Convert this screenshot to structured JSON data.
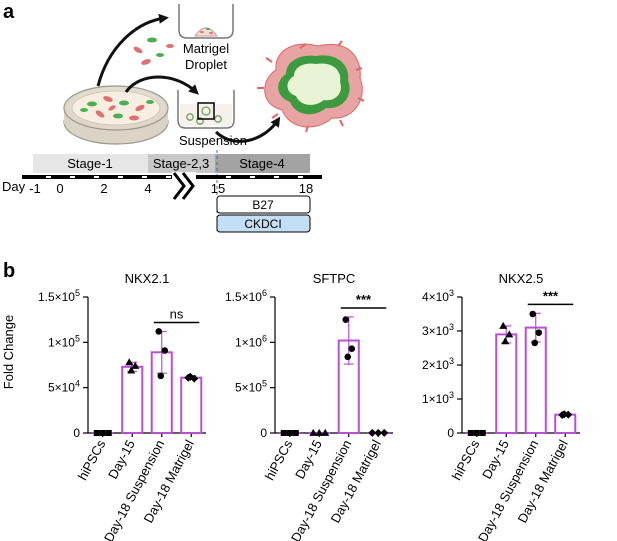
{
  "panel_a": {
    "letter": "a",
    "matrigel_label_line1": "Matrigel",
    "matrigel_label_line2": "Droplet",
    "suspension_label": "Suspension",
    "stages": [
      "Stage-1",
      "Stage-2,3",
      "Stage-4"
    ],
    "day_label": "Day",
    "day_ticks": [
      "-1",
      "0",
      "2",
      "4",
      "15",
      "18"
    ],
    "media": [
      "B27",
      "CKDCI"
    ],
    "colors": {
      "stage1": "#e6e6e6",
      "stage23": "#c8c8c8",
      "stage4": "#a3a3a3",
      "ckdci": "#c3dff5",
      "organoid_green": "#4caf50",
      "cells_red": "#e38080"
    }
  },
  "panel_b": {
    "letter": "b",
    "ylabel": "Fold Change",
    "bar_color": "#b94fd3",
    "chart_data": [
      {
        "type": "bar",
        "title": "NKX2.1",
        "categories": [
          "hiPSCs",
          "Day-15",
          "Day-18 Suspension",
          "Day-18 Matrigel"
        ],
        "values": [
          1,
          73000,
          89000,
          61000
        ],
        "errors": [
          0,
          5000,
          23000,
          2000
        ],
        "points": [
          [
            1,
            1,
            1
          ],
          [
            78000,
            74000,
            69000
          ],
          [
            112000,
            91000,
            63000
          ],
          [
            61000,
            60000,
            62000
          ]
        ],
        "point_markers": [
          "square",
          "triangle",
          "circle",
          "diamond"
        ],
        "ylim": [
          0,
          150000
        ],
        "yticks": [
          {
            "value": 0,
            "mant": "0",
            "exp": ""
          },
          {
            "value": 50000,
            "mant": "5×10",
            "exp": "4"
          },
          {
            "value": 100000,
            "mant": "1×10",
            "exp": "5"
          },
          {
            "value": 150000,
            "mant": "1.5×10",
            "exp": "5"
          }
        ],
        "significance": {
          "from": 2,
          "to": 3,
          "label": "ns"
        }
      },
      {
        "type": "bar",
        "title": "SFTPC",
        "categories": [
          "hiPSCs",
          "Day-15",
          "Day-18 Suspension",
          "Day-18 Matrigel"
        ],
        "values": [
          1,
          1000,
          1020000,
          1000
        ],
        "errors": [
          0,
          0,
          260000,
          0
        ],
        "points": [
          [
            1,
            1,
            1
          ],
          [
            1000,
            1000,
            1000
          ],
          [
            1250000,
            930000,
            840000
          ],
          [
            1000,
            1000,
            1000
          ]
        ],
        "point_markers": [
          "square",
          "triangle",
          "circle",
          "diamond"
        ],
        "ylim": [
          0,
          1500000
        ],
        "yticks": [
          {
            "value": 0,
            "mant": "0",
            "exp": ""
          },
          {
            "value": 500000,
            "mant": "5×10",
            "exp": "5"
          },
          {
            "value": 1000000,
            "mant": "1×10",
            "exp": "6"
          },
          {
            "value": 1500000,
            "mant": "1.5×10",
            "exp": "6"
          }
        ],
        "significance": {
          "from": 2,
          "to": 3,
          "label": "***"
        }
      },
      {
        "type": "bar",
        "title": "NKX2.5",
        "categories": [
          "hiPSCs",
          "Day-15",
          "Day-18 Suspension",
          "Day-18 Matrigel"
        ],
        "values": [
          1,
          2900,
          3100,
          540
        ],
        "errors": [
          0,
          250,
          420,
          20
        ],
        "points": [
          [
            1,
            1,
            1
          ],
          [
            3150,
            2900,
            2700
          ],
          [
            3500,
            2950,
            2650
          ],
          [
            530,
            540,
            550
          ]
        ],
        "point_markers": [
          "square",
          "triangle",
          "circle",
          "diamond"
        ],
        "ylim": [
          0,
          4000
        ],
        "yticks": [
          {
            "value": 0,
            "mant": "0",
            "exp": ""
          },
          {
            "value": 1000,
            "mant": "1×10",
            "exp": "3"
          },
          {
            "value": 2000,
            "mant": "2×10",
            "exp": "3"
          },
          {
            "value": 3000,
            "mant": "3×10",
            "exp": "3"
          },
          {
            "value": 4000,
            "mant": "4×10",
            "exp": "3"
          }
        ],
        "significance": {
          "from": 2,
          "to": 3,
          "label": "***"
        }
      }
    ]
  }
}
